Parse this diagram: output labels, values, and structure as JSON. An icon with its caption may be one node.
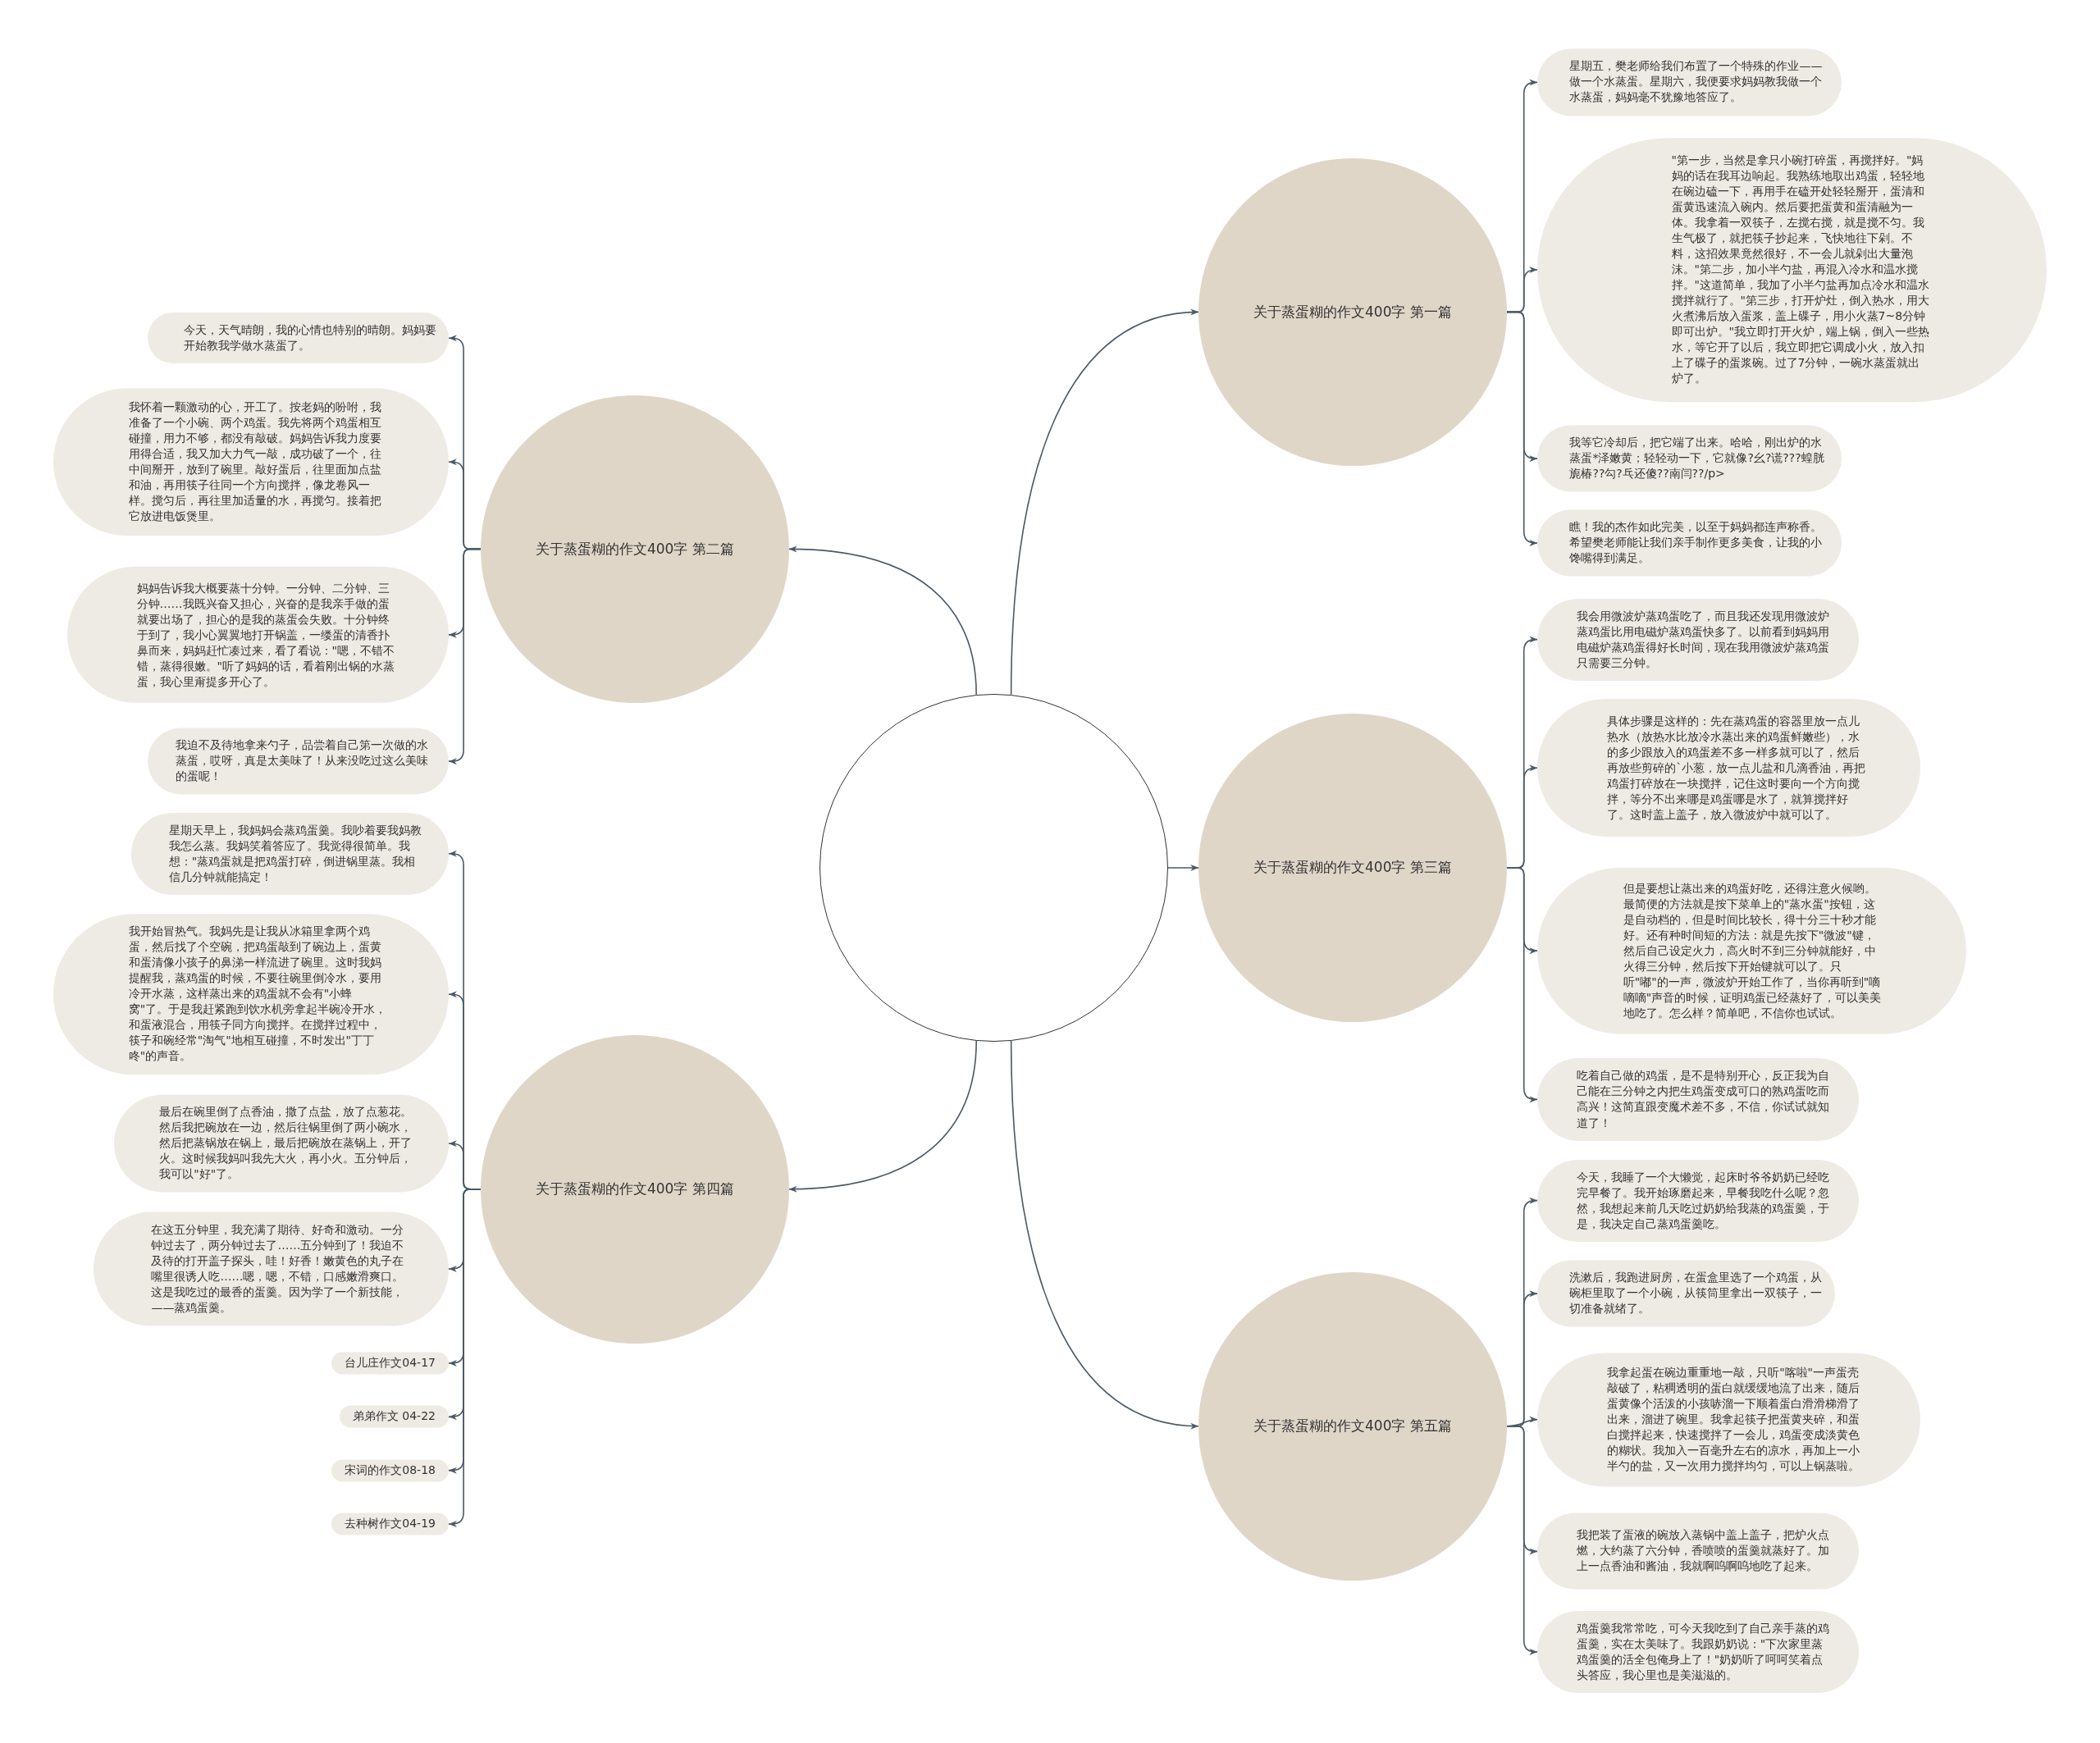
{
  "diagram": {
    "nodes": [
      {
        "text": [],
        "shape": "circle"
      },
      {
        "text": [
          "关于蒸蛋糊的作文400字 第一篇"
        ]
      },
      {
        "text": [
          "星期五，樊老师给我们布置了一个特殊的作业——做一个水蒸蛋。星期六，我便要求妈妈教我做一个水蒸蛋，妈妈毫不犹豫地答应了。"
        ]
      },
      {
        "text": [
          "\"第一步，当然是拿只小碗打碎蛋，再搅拌好。\"妈妈的话在我耳边响起。我熟练地取出鸡蛋，轻轻地在碗边磕一下，再用手在磕开处轻轻掰开，蛋清和蛋黄迅速流入碗内。然后要把蛋黄和蛋清融为一体。我拿着一双筷子，左搅右搅，就是搅不匀。我生气极了，就把筷子抄起来，飞快地往下剁。不料，这招效果竟然很好，不一会儿就剁出大量泡沫。\"第二步，加小半勺盐，再混入冷水和温水搅拌。\"这道简单，我加了小半勺盐再加点冷水和温水搅拌就行了。\"第三步，打开炉灶，倒入热水，用大火煮沸后放入蛋浆，盖上碟子，用小火蒸7~8分钟即可出炉。\"我立即打开火炉，端上锅，倒入一些热水，等它开了以后，我立即把它调成小火，放入扣上了碟子的蛋浆碗。过了7分钟，一碗水蒸蛋就出炉了。"
        ]
      },
      {
        "text": [
          "我等它冷却后，把它端了出来。哈哈，刚出炉的水蒸蛋*泽嫩黄；轻轻动一下，它就像?幺?谎???蝗胱旎椿??勾?乓还傻??南闫??/p>"
        ]
      },
      {
        "text": [
          "瞧！我的杰作如此完美，以至于妈妈都连声称香。希望樊老师能让我们亲手制作更多美食，让我的小馋嘴得到满足。"
        ]
      },
      {
        "text": [
          "关于蒸蛋糊的作文400字 第二篇"
        ]
      },
      {
        "text": [
          "今天，天气晴朗，我的心情也特别的晴朗。妈妈要开始教我学做水蒸蛋了。"
        ]
      },
      {
        "text": [
          "我怀着一颗激动的心，开工了。按老妈的吩咐，我准备了一个小碗、两个鸡蛋。我先将两个鸡蛋相互碰撞，用力不够，都没有敲破。妈妈告诉我力度要用得合适，我又加大力气一敲，成功破了一个，往中间掰开，放到了碗里。敲好蛋后，往里面加点盐和油，再用筷子往同一个方向搅拌，像龙卷风一样。搅匀后，再往里加适量的水，再搅匀。接着把它放进电饭煲里。"
        ]
      },
      {
        "text": [
          "妈妈告诉我大概要蒸十分钟。一分钟、二分钟、三分钟……我既兴奋又担心，兴奋的是我亲手做的蛋就要出场了，担心的是我的蒸蛋会失败。十分钟终于到了，我小心翼翼地打开锅盖，一缕蛋的清香扑鼻而来，妈妈赶忙凑过来，看了看说：\"嗯，不错不错，蒸得很嫩。\"听了妈妈的话，看着刚出锅的水蒸蛋，我心里甭提多开心了。"
        ]
      },
      {
        "text": [
          "我迫不及待地拿来勺子，品尝着自己第一次做的水蒸蛋，哎呀，真是太美味了！从来没吃过这么美味的蛋呢！"
        ]
      },
      {
        "text": [
          "关于蒸蛋糊的作文400字 第三篇"
        ]
      },
      {
        "text": [
          "我会用微波炉蒸鸡蛋吃了，而且我还发现用微波炉蒸鸡蛋比用电磁炉蒸鸡蛋快多了。以前看到妈妈用电磁炉蒸鸡蛋得好长时间，现在我用微波炉蒸鸡蛋只需要三分钟。"
        ]
      },
      {
        "text": [
          "具体步骤是这样的：先在蒸鸡蛋的容器里放一点儿热水（放热水比放冷水蒸出来的鸡蛋鲜嫩些），水的多少跟放入的鸡蛋差不多一样多就可以了，然后再放些剪碎的`小葱，放一点儿盐和几滴香油，再把鸡蛋打碎放在一块搅拌，记住这时要向一个方向搅拌，等分不出来哪是鸡蛋哪是水了，就算搅拌好了。这时盖上盖子，放入微波炉中就可以了。"
        ]
      },
      {
        "text": [
          "但是要想让蒸出来的鸡蛋好吃，还得注意火候哟。最简便的方法就是按下菜单上的\"蒸水蛋\"按钮，这是自动档的，但是时间比较长，得十分三十秒才能好。还有种时间短的方法：就是先按下\"微波\"键，然后自己设定火力，高火时不到三分钟就能好，中火得三分钟，然后按下开始键就可以了。只听\"嘟\"的一声，微波炉开始工作了，当你再听到\"嘀嘀嘀\"声音的时候，证明鸡蛋已经蒸好了，可以美美地吃了。怎么样？简单吧，不信你也试试。"
        ]
      },
      {
        "text": [
          "吃着自己做的鸡蛋，是不是特别开心，反正我为自己能在三分钟之内把生鸡蛋变成可口的熟鸡蛋吃而高兴！这简直跟变魔术差不多，不信，你试试就知道了！"
        ]
      },
      {
        "text": [
          "关于蒸蛋糊的作文400字 第四篇"
        ]
      },
      {
        "text": [
          "星期天早上，我妈妈会蒸鸡蛋羹。我吵着要我妈教我怎么蒸。我妈笑着答应了。我觉得很简单。我想：\"蒸鸡蛋就是把鸡蛋打碎，倒进锅里蒸。我相信几分钟就能搞定！"
        ]
      },
      {
        "text": [
          "我开始冒热气。我妈先是让我从冰箱里拿两个鸡蛋，然后找了个空碗，把鸡蛋敲到了碗边上，蛋黄和蛋清像小孩子的鼻涕一样流进了碗里。这时我妈提醒我，蒸鸡蛋的时候，不要往碗里倒冷水，要用冷开水蒸，这样蒸出来的鸡蛋就不会有\"小蜂窝\"了。于是我赶紧跑到饮水机旁拿起半碗冷开水，和蛋液混合，用筷子同方向搅拌。在搅拌过程中，筷子和碗经常\"淘气\"地相互碰撞，不时发出\"丁丁咚\"的声音。"
        ]
      },
      {
        "text": [
          "最后在碗里倒了点香油，撒了点盐，放了点葱花。然后我把碗放在一边，然后往锅里倒了两小碗水，然后把蒸锅放在锅上，最后把碗放在蒸锅上，开了火。这时候我妈叫我先大火，再小火。五分钟后，我可以\"好\"了。"
        ]
      },
      {
        "text": [
          "在这五分钟里，我充满了期待、好奇和激动。一分钟过去了，两分钟过去了……五分钟到了！我迫不及待的打开盖子探头，哇！好香！嫩黄色的丸子在嘴里很诱人吃……嗯，嗯，不错，口感嫩滑爽口。这是我吃过的最香的蛋羹。因为学了一个新技能，——蒸鸡蛋羹。"
        ]
      },
      {
        "text": [
          "台儿庄作文04-17"
        ]
      },
      {
        "text": [
          "弟弟作文 04-22"
        ]
      },
      {
        "text": [
          "宋词的作文08-18"
        ]
      },
      {
        "text": [
          "去种树作文04-19"
        ]
      },
      {
        "text": [
          "关于蒸蛋糊的作文400字 第五篇"
        ]
      },
      {
        "text": [
          "今天，我睡了一个大懒觉，起床时爷爷奶奶已经吃完早餐了。我开始琢磨起来，早餐我吃什么呢？忽然，我想起来前几天吃过奶奶给我蒸的鸡蛋羹，于是，我决定自己蒸鸡蛋羹吃。"
        ]
      },
      {
        "text": [
          "洗漱后，我跑进厨房，在蛋盒里选了一个鸡蛋，从碗柜里取了一个小碗，从筷筒里拿出一双筷子，一切准备就绪了。"
        ]
      },
      {
        "text": [
          "我拿起蛋在碗边重重地一敲，只听\"喀啦\"一声蛋壳敲破了，粘稠透明的蛋白就缓缓地流了出来，随后蛋黄像个活泼的小孩哧溜一下顺着蛋白滑滑梯滑了出来，溜进了碗里。我拿起筷子把蛋黄夹碎，和蛋白搅拌起来，快速搅拌了一会儿，鸡蛋变成淡黄色的糊状。我加入一百毫升左右的凉水，再加上一小半勺的盐，又一次用力搅拌均匀，可以上锅蒸啦。"
        ]
      },
      {
        "text": [
          "我把装了蛋液的碗放入蒸锅中盖上盖子，把炉火点燃，大约蒸了六分钟，香喷喷的蛋羹就蒸好了。加上一点香油和酱油，我就啊呜啊呜地吃了起来。"
        ]
      },
      {
        "text": [
          "鸡蛋羹我常常吃，可今天我吃到了自己亲手蒸的鸡蛋羹，实在太美味了。我跟奶奶说：\"下次家里蒸鸡蛋羹的活全包俺身上了！\"奶奶听了呵呵笑着点头答应，我心里也是美滋滋的。"
        ]
      }
    ],
    "edges": [
      {
        "from": 0,
        "to": 1,
        "arrow": "to"
      },
      {
        "from": 0,
        "to": 6,
        "arrow": "to"
      },
      {
        "from": 0,
        "to": 11,
        "arrow": "to"
      },
      {
        "from": 0,
        "to": 16,
        "arrow": "to"
      },
      {
        "from": 0,
        "to": 25,
        "arrow": "to"
      },
      {
        "from": 1,
        "to": 2,
        "arrow": "to"
      },
      {
        "from": 1,
        "to": 3,
        "arrow": "to"
      },
      {
        "from": 1,
        "to": 4,
        "arrow": "to"
      },
      {
        "from": 1,
        "to": 5,
        "arrow": "to"
      },
      {
        "from": 6,
        "to": 7,
        "arrow": "to"
      },
      {
        "from": 6,
        "to": 8,
        "arrow": "to"
      },
      {
        "from": 6,
        "to": 9,
        "arrow": "to"
      },
      {
        "from": 6,
        "to": 10,
        "arrow": "to"
      },
      {
        "from": 11,
        "to": 12,
        "arrow": "to"
      },
      {
        "from": 11,
        "to": 13,
        "arrow": "to"
      },
      {
        "from": 11,
        "to": 14,
        "arrow": "to"
      },
      {
        "from": 11,
        "to": 15,
        "arrow": "to"
      },
      {
        "from": 16,
        "to": 17,
        "arrow": "to"
      },
      {
        "from": 16,
        "to": 18,
        "arrow": "to"
      },
      {
        "from": 16,
        "to": 19,
        "arrow": "to"
      },
      {
        "from": 16,
        "to": 20,
        "arrow": "to"
      },
      {
        "from": 16,
        "to": 21,
        "arrow": "to"
      },
      {
        "from": 16,
        "to": 22,
        "arrow": "to"
      },
      {
        "from": 16,
        "to": 23,
        "arrow": "to"
      },
      {
        "from": 16,
        "to": 24,
        "arrow": "to"
      },
      {
        "from": 25,
        "to": 26,
        "arrow": "to"
      },
      {
        "from": 25,
        "to": 27,
        "arrow": "to"
      },
      {
        "from": 25,
        "to": 28,
        "arrow": "to"
      },
      {
        "from": 25,
        "to": 29,
        "arrow": "to"
      },
      {
        "from": 25,
        "to": 30,
        "arrow": "to"
      }
    ]
  }
}
